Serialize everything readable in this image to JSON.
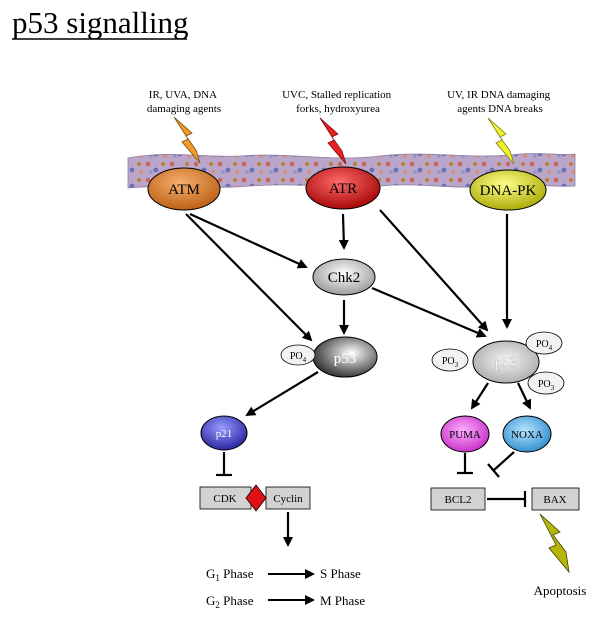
{
  "title": "p53 signalling",
  "stimuli": {
    "atm": [
      "IR, UVA, DNA",
      "damaging agents"
    ],
    "atr": [
      "UVC, Stalled replication",
      "forks, hydroxyurea"
    ],
    "dnapk": [
      "UV, IR DNA damaging",
      "agents DNA breaks"
    ]
  },
  "kinases": {
    "atm": "ATM",
    "atr": "ATR",
    "dnapk": "DNA-PK"
  },
  "chk2": "Chk2",
  "p53_left": "p53",
  "p53_right": "p53",
  "phosphate": {
    "base": "PO",
    "sub": "4"
  },
  "phosphate_right": {
    "left": {
      "base": "PO",
      "sub": "3"
    },
    "top": {
      "base": "PO",
      "sub": "4"
    },
    "bottom": {
      "base": "PO",
      "sub": "3"
    }
  },
  "p21": "p21",
  "puma": "PUMA",
  "noxa": "NOXA",
  "cdk": "CDK",
  "cyclin": "Cyclin",
  "bcl2": "BCL2",
  "bax": "BAX",
  "apoptosis": "Apoptosis",
  "phases": {
    "g1": {
      "base": "G",
      "sub": "1",
      "rest": " Phase"
    },
    "s": "S Phase",
    "g2": {
      "base": "G",
      "sub": "2",
      "rest": " Phase"
    },
    "m": "M Phase"
  },
  "colors": {
    "atm": "#e07b1f",
    "atr": "#e01010",
    "dnapk": "#e6e619",
    "p21": "#3030c8",
    "puma": "#e23fe0",
    "noxa": "#3aa0ea",
    "diamond": "#e01010",
    "box": "#d2d2d2",
    "bolt_orange": "#f39a2a",
    "bolt_red": "#e82020",
    "bolt_yellow": "#f2f22a",
    "bolt_olive": "#b5b50a"
  }
}
